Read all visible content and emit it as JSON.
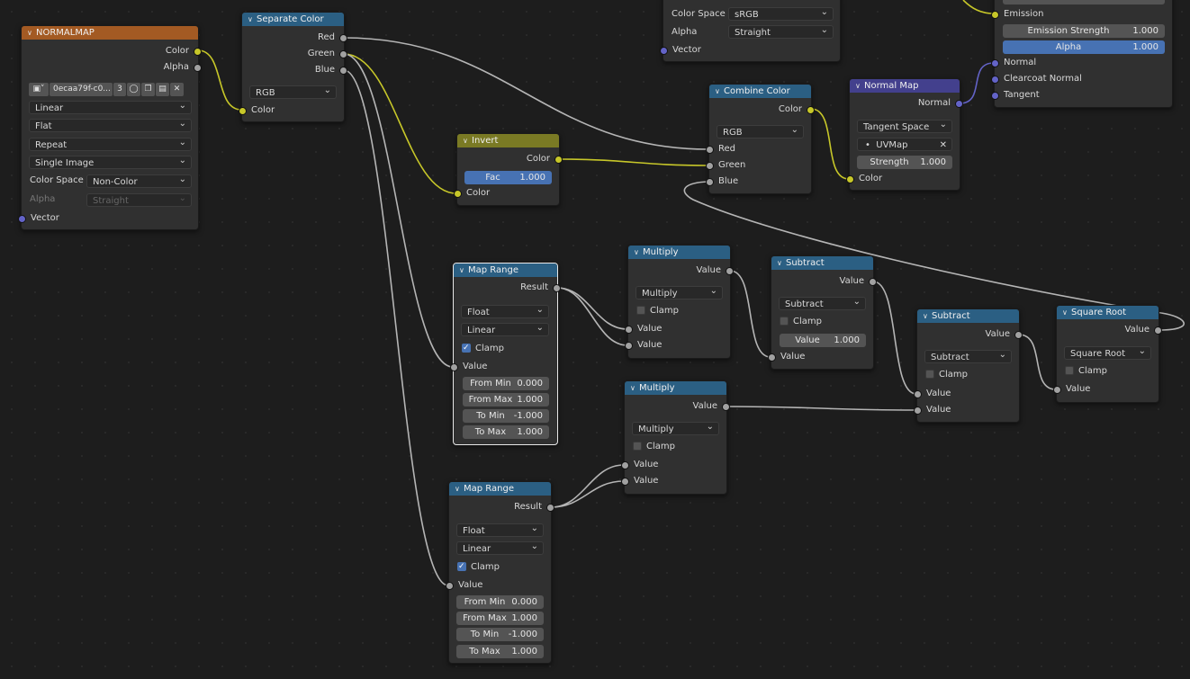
{
  "colors": {
    "wire_gray": "#b5b5b5",
    "wire_yellow": "#c7c729",
    "wire_purple": "#6363c7",
    "header_image": "#a35a23",
    "header_converter": "#2a6a86",
    "header_color": "#7a7a24",
    "header_vector": "#43408d",
    "field_blue": "#4772b3"
  },
  "normalmap_node": {
    "title": "NORMALMAP",
    "out_color": "Color",
    "out_alpha": "Alpha",
    "image_name": "0ecaa79f-c0...",
    "user_count": "3",
    "interpolation": "Linear",
    "projection": "Flat",
    "extension": "Repeat",
    "source": "Single Image",
    "color_space_label": "Color Space",
    "color_space": "Non-Color",
    "alpha_label": "Alpha",
    "alpha_mode": "Straight",
    "in_vector": "Vector"
  },
  "separate_color": {
    "title": "Separate Color",
    "out_red": "Red",
    "out_green": "Green",
    "out_blue": "Blue",
    "mode": "RGB",
    "in_color": "Color"
  },
  "texture_top": {
    "color_space_label": "Color Space",
    "color_space": "sRGB",
    "alpha_label": "Alpha",
    "alpha_mode": "Straight",
    "in_vector": "Vector"
  },
  "bsdf_partial": {
    "in_emission": "Emission",
    "emission_strength_label": "Emission Strength",
    "emission_strength": "1.000",
    "alpha_label": "Alpha",
    "alpha": "1.000",
    "in_normal": "Normal",
    "in_clearcoat_normal": "Clearcoat Normal",
    "in_tangent": "Tangent"
  },
  "invert": {
    "title": "Invert",
    "out_color": "Color",
    "fac_label": "Fac",
    "fac": "1.000",
    "in_color": "Color"
  },
  "combine_color": {
    "title": "Combine Color",
    "out_color": "Color",
    "mode": "RGB",
    "in_red": "Red",
    "in_green": "Green",
    "in_blue": "Blue"
  },
  "normal_map": {
    "title": "Normal Map",
    "out_normal": "Normal",
    "space": "Tangent Space",
    "uv_map": "UVMap",
    "strength_label": "Strength",
    "strength": "1.000",
    "in_color": "Color"
  },
  "map_range_1": {
    "title": "Map Range",
    "out_result": "Result",
    "data_type": "Float",
    "interpolation": "Linear",
    "clamp_label": "Clamp",
    "in_value": "Value",
    "from_min_label": "From Min",
    "from_min": "0.000",
    "from_max_label": "From Max",
    "from_max": "1.000",
    "to_min_label": "To Min",
    "to_min": "-1.000",
    "to_max_label": "To Max",
    "to_max": "1.000"
  },
  "map_range_2": {
    "title": "Map Range",
    "out_result": "Result",
    "data_type": "Float",
    "interpolation": "Linear",
    "clamp_label": "Clamp",
    "in_value": "Value",
    "from_min_label": "From Min",
    "from_min": "0.000",
    "from_max_label": "From Max",
    "from_max": "1.000",
    "to_min_label": "To Min",
    "to_min": "-1.000",
    "to_max_label": "To Max",
    "to_max": "1.000"
  },
  "multiply_1": {
    "title": "Multiply",
    "out_value": "Value",
    "operation": "Multiply",
    "clamp_label": "Clamp",
    "in_value_a": "Value",
    "in_value_b": "Value"
  },
  "multiply_2": {
    "title": "Multiply",
    "out_value": "Value",
    "operation": "Multiply",
    "clamp_label": "Clamp",
    "in_value_a": "Value",
    "in_value_b": "Value"
  },
  "subtract_1": {
    "title": "Subtract",
    "out_value": "Value",
    "operation": "Subtract",
    "clamp_label": "Clamp",
    "value_label": "Value",
    "value": "1.000",
    "in_value": "Value"
  },
  "subtract_2": {
    "title": "Subtract",
    "out_value": "Value",
    "operation": "Subtract",
    "clamp_label": "Clamp",
    "in_value_a": "Value",
    "in_value_b": "Value"
  },
  "square_root": {
    "title": "Square Root",
    "out_value": "Value",
    "operation": "Square Root",
    "clamp_label": "Clamp",
    "in_value": "Value"
  }
}
